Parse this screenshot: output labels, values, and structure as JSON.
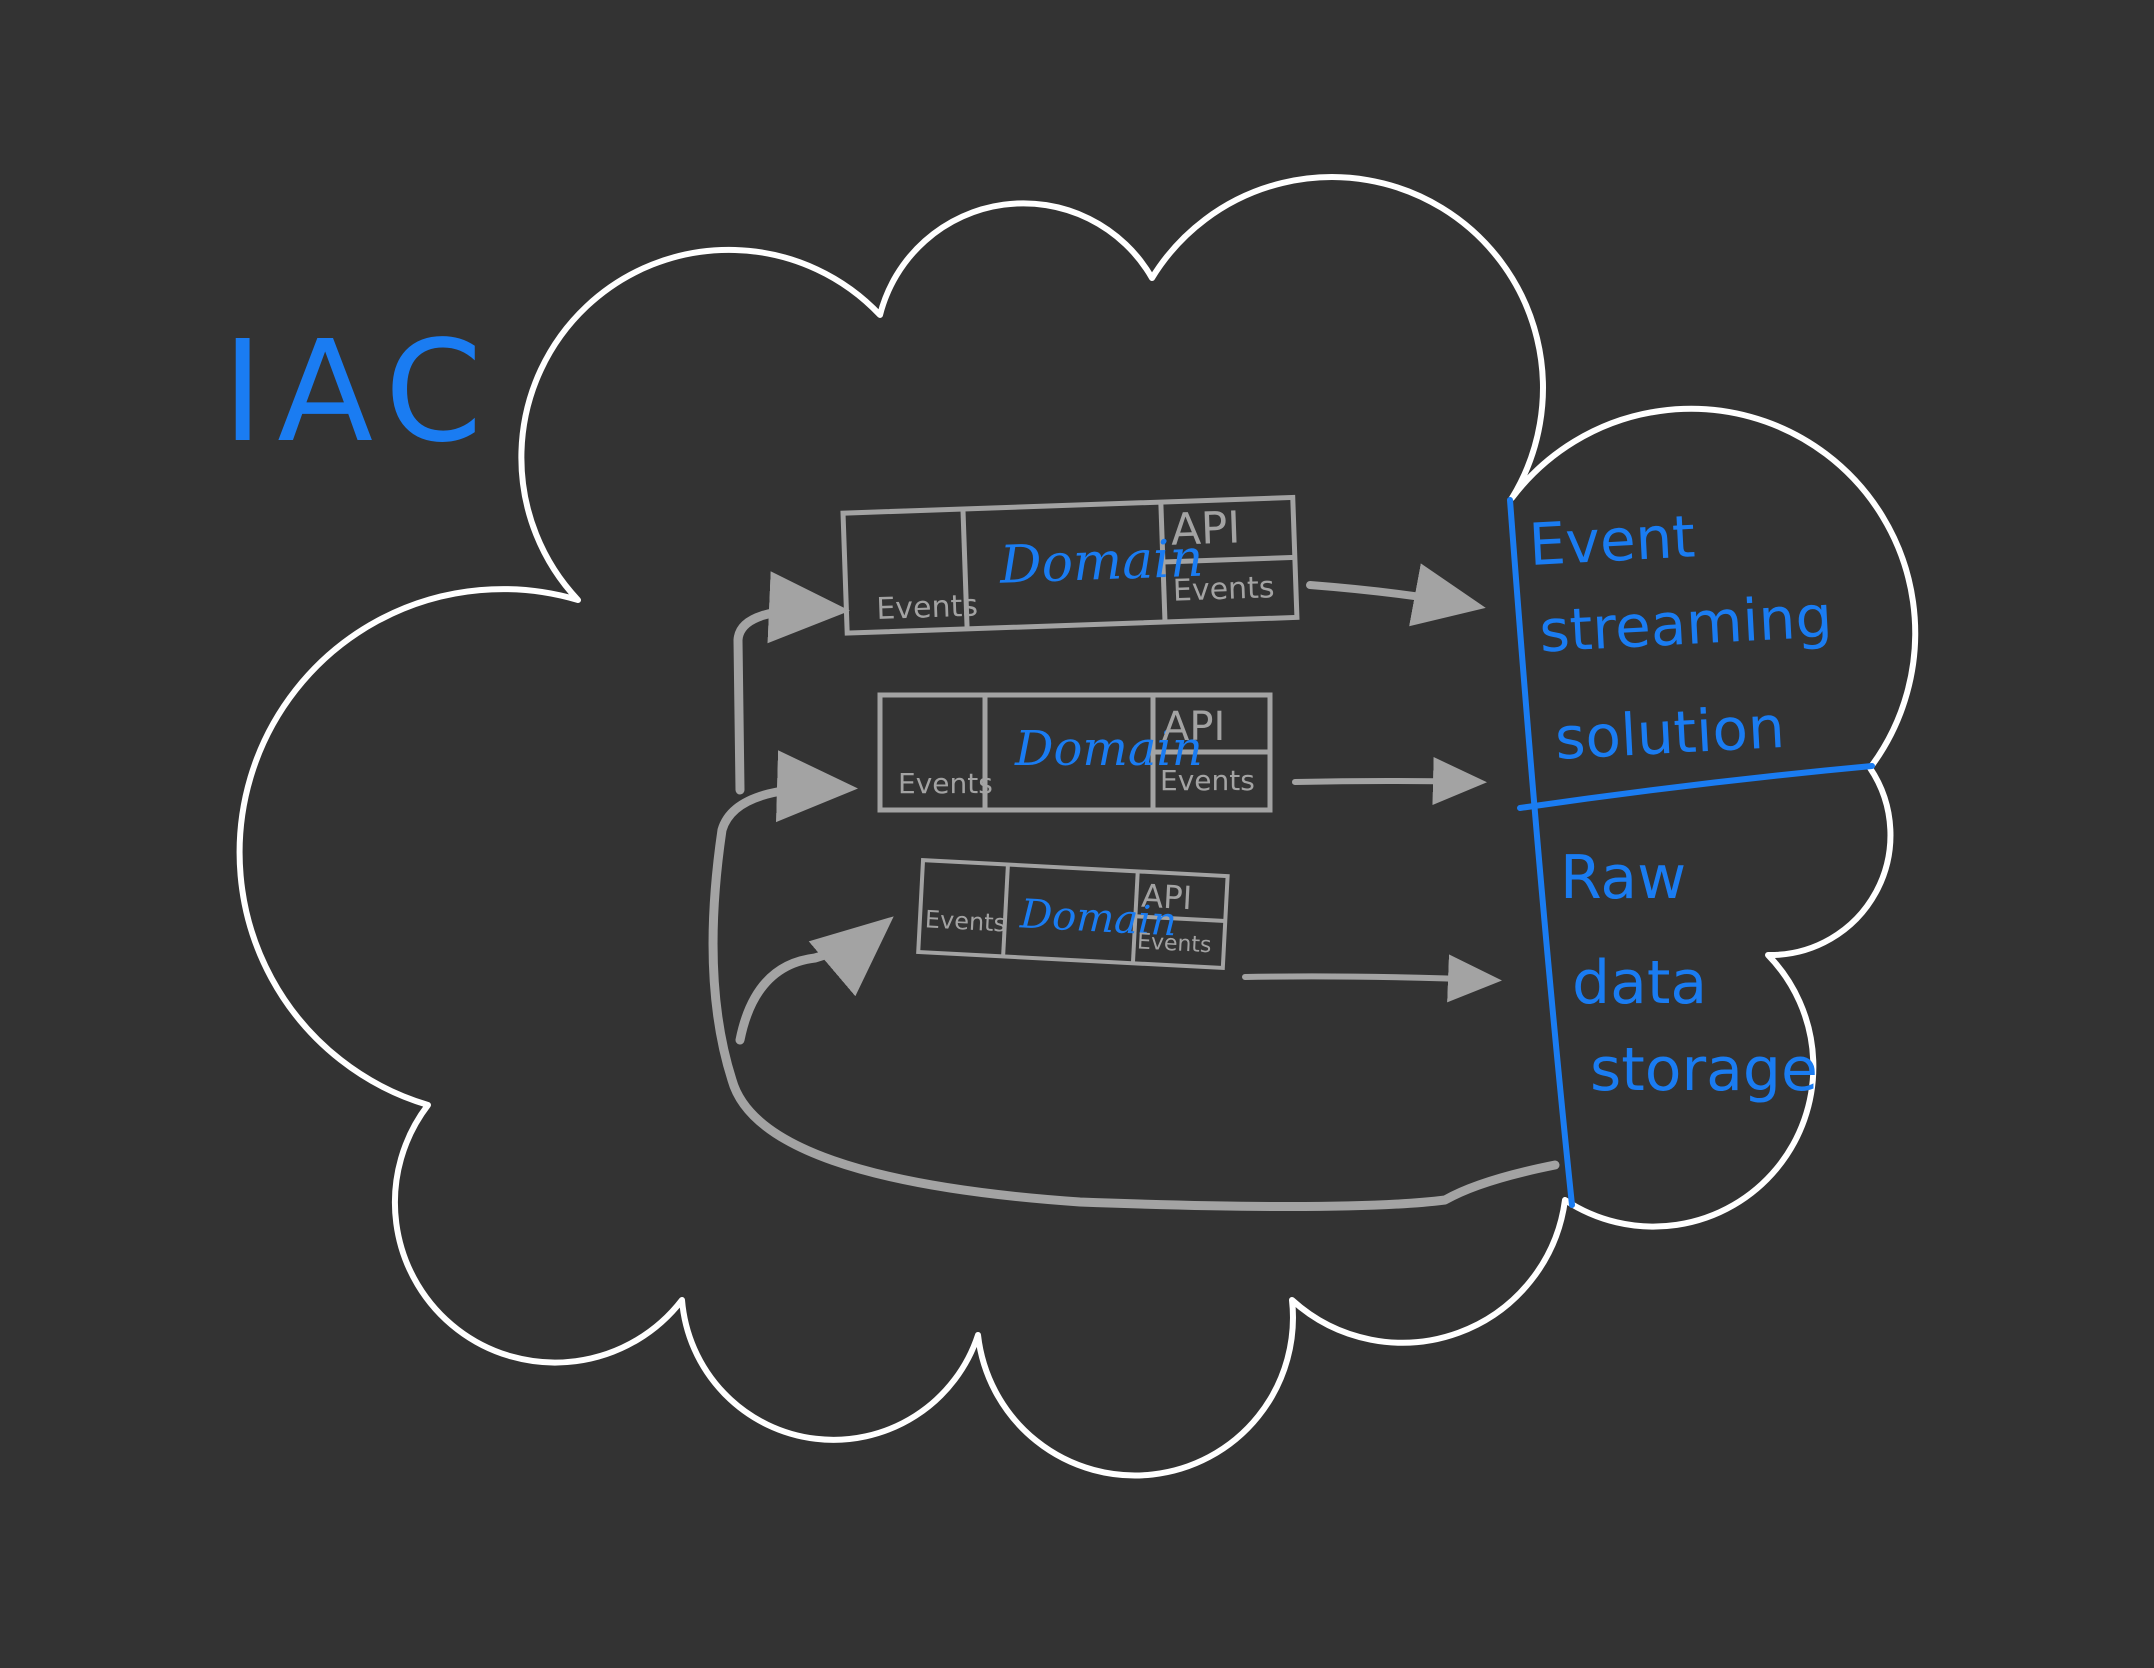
{
  "title": "IAC",
  "colors": {
    "background": "#333333",
    "cloud_outline": "#ffffff",
    "accent_blue": "#1a7cf2",
    "sketch_grey": "#a3a3a3"
  },
  "services": [
    {
      "input_label": "Events",
      "domain_label": "Domain",
      "api_label": "API",
      "output_label": "Events"
    },
    {
      "input_label": "Events",
      "domain_label": "Domain",
      "api_label": "API",
      "output_label": "Events"
    },
    {
      "input_label": "Events",
      "domain_label": "Domain",
      "api_label": "API",
      "output_label": "Events"
    }
  ],
  "sinks": {
    "event_streaming": [
      "Event",
      "streaming",
      "solution"
    ],
    "raw_storage": [
      "Raw",
      "data",
      "storage"
    ]
  }
}
